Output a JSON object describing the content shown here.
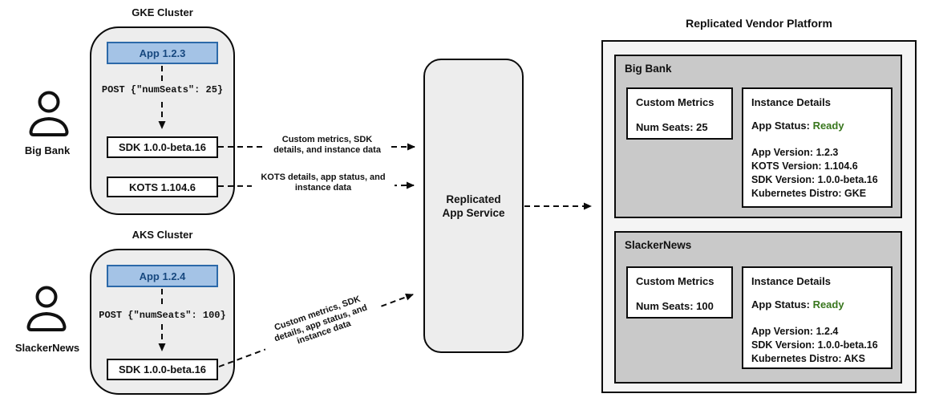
{
  "colors": {
    "app_box_fill": "#a4c3e6",
    "app_box_border": "#2c69a9",
    "app_box_text": "#17487f",
    "status_ready_green": "#38761d",
    "panel_gray": "#c9c9c9",
    "container_gray": "#ededed",
    "vendor_bg": "#f4f4f4"
  },
  "gke": {
    "title": "GKE Cluster",
    "app": "App 1.2.3",
    "post": "POST {\"numSeats\": 25}",
    "sdk": "SDK 1.0.0-beta.16",
    "kots": "KOTS 1.104.6"
  },
  "aks": {
    "title": "AKS Cluster",
    "app": "App 1.2.4",
    "post": "POST {\"numSeats\": 100}",
    "sdk": "SDK 1.0.0-beta.16"
  },
  "personas": {
    "big_bank": "Big Bank",
    "slackernews": "SlackerNews"
  },
  "service": {
    "line1": "Replicated",
    "line2": "App Service"
  },
  "arrows": {
    "sdk_label_line1": "Custom metrics, SDK",
    "sdk_label_line2": "details, and instance data",
    "kots_label_line1": "KOTS details, app status, and",
    "kots_label_line2": "instance data",
    "diag_label_line1": "Custom metrics, SDK",
    "diag_label_line2": "details, app status, and",
    "diag_label_line3": "instance data"
  },
  "vendor": {
    "title": "Replicated Vendor Platform",
    "big_bank": {
      "name": "Big Bank",
      "custom_metrics_title": "Custom Metrics",
      "num_seats": "Num Seats: 25",
      "instance_details_title": "Instance Details",
      "app_status_label": "App Status: ",
      "app_status_value": "Ready",
      "details": [
        "App Version: 1.2.3",
        "KOTS Version: 1.104.6",
        "SDK Version: 1.0.0-beta.16",
        "Kubernetes Distro: GKE"
      ]
    },
    "slackernews": {
      "name": "SlackerNews",
      "custom_metrics_title": "Custom Metrics",
      "num_seats": "Num Seats: 100",
      "instance_details_title": "Instance Details",
      "app_status_label": "App Status: ",
      "app_status_value": "Ready",
      "details": [
        "App Version: 1.2.4",
        "SDK Version: 1.0.0-beta.16",
        "Kubernetes Distro: AKS"
      ]
    }
  }
}
